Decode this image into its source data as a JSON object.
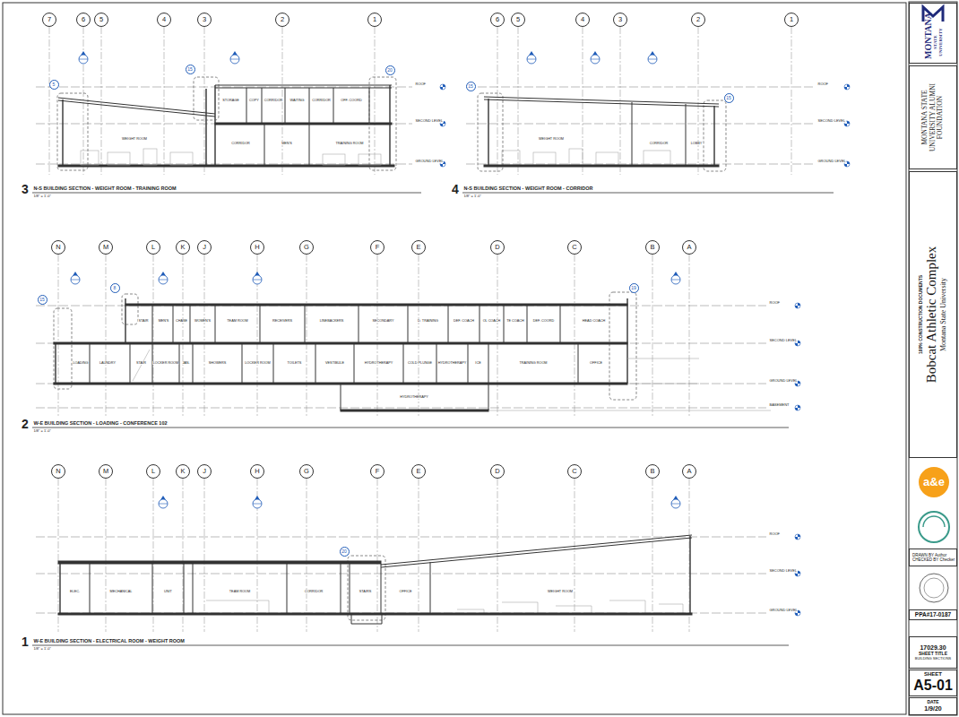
{
  "diagram": {
    "nodes": [
      {
        "text": [
          "7"
        ]
      },
      {
        "text": [
          "6"
        ]
      },
      {
        "text": [
          "5"
        ]
      },
      {
        "text": [
          "4"
        ]
      },
      {
        "text": [
          "3"
        ]
      },
      {
        "text": [
          "2"
        ]
      },
      {
        "text": [
          "1"
        ]
      },
      {
        "text": [
          "5"
        ]
      },
      {
        "text": [
          "15"
        ]
      },
      {
        "text": [
          "20"
        ]
      },
      {
        "text": [
          "6"
        ]
      },
      {
        "text": [
          "5"
        ]
      },
      {
        "text": [
          "4"
        ]
      },
      {
        "text": [
          "3"
        ]
      },
      {
        "text": [
          "2"
        ]
      },
      {
        "text": [
          "1"
        ]
      },
      {
        "text": [
          "15"
        ]
      },
      {
        "text": [
          "15"
        ]
      },
      {
        "text": [
          "N"
        ]
      },
      {
        "text": [
          "M"
        ]
      },
      {
        "text": [
          "L"
        ]
      },
      {
        "text": [
          "K"
        ]
      },
      {
        "text": [
          "J"
        ]
      },
      {
        "text": [
          "H"
        ]
      },
      {
        "text": [
          "G"
        ]
      },
      {
        "text": [
          "F"
        ]
      },
      {
        "text": [
          "E"
        ]
      },
      {
        "text": [
          "D"
        ]
      },
      {
        "text": [
          "C"
        ]
      },
      {
        "text": [
          "B"
        ]
      },
      {
        "text": [
          "A"
        ]
      },
      {
        "text": [
          "15"
        ]
      },
      {
        "text": [
          "8"
        ]
      },
      {
        "text": [
          "19"
        ]
      },
      {
        "text": [
          "N"
        ]
      },
      {
        "text": [
          "M"
        ]
      },
      {
        "text": [
          "L"
        ]
      },
      {
        "text": [
          "K"
        ]
      },
      {
        "text": [
          "J"
        ]
      },
      {
        "text": [
          "H"
        ]
      },
      {
        "text": [
          "G"
        ]
      },
      {
        "text": [
          "F"
        ]
      },
      {
        "text": [
          "E"
        ]
      },
      {
        "text": [
          "D"
        ]
      },
      {
        "text": [
          "C"
        ]
      },
      {
        "text": [
          "B"
        ]
      },
      {
        "text": [
          "A"
        ]
      },
      {
        "text": [
          "20"
        ]
      },
      {
        "text": [
          "MONTANA",
          "STATE UNIVERSITY"
        ]
      },
      {
        "text": [
          "MONTANA STATE UNIVERSITY ALUMNI FOUNDATION"
        ]
      },
      {
        "text": [
          "100% CONSTRUCTION DOCUMENTS",
          "Bobcat Athletic Complex",
          "Montana State University"
        ]
      },
      {
        "text": [
          "a&e"
        ]
      },
      {
        "text": [
          "DRAWN BY Author",
          "CHECKED BY Checker"
        ]
      },
      {
        "text": [
          "PPA#17-0187"
        ]
      },
      {
        "text": [
          "17029.30",
          "SHEET TITLE",
          "BUILDING SECTIONS"
        ]
      },
      {
        "text": [
          "SHEET",
          "A5-01"
        ]
      },
      {
        "text": [
          "DATE",
          "1/9/20"
        ]
      }
    ],
    "labels": [
      "3",
      "N-S BUILDING SECTION - WEIGHT ROOM - TRAINING ROOM",
      "1/8\" = 1'-0\"",
      "ROOF",
      "SECOND LEVEL",
      "GROUND LEVEL",
      "WEIGHT ROOM",
      "STORAGE",
      "COPY",
      "CORRIDOR",
      "WAITING",
      "CORRIDOR",
      "OFF. COORD",
      "CORRIDOR",
      "MEN'S",
      "TRAINING ROOM",
      "4",
      "N-S BUILDING SECTION - WEIGHT ROOM - CORRIDOR",
      "1/8\" = 1'-0\"",
      "ROOF",
      "SECOND LEVEL",
      "GROUND LEVEL",
      "WEIGHT ROOM",
      "CORRIDOR",
      "LOBBY",
      "2",
      "W-E BUILDING SECTION - LOADING - CONFERENCE 102",
      "1/8\" = 1'-0\"",
      "ROOF",
      "SECOND LEVEL",
      "GROUND LEVEL",
      "BASEMENT",
      "STAIR",
      "MEN'S",
      "CHASE",
      "WOMEN'S",
      "TEAM ROOM",
      "RECEIVERS",
      "LINEBACKERS",
      "SECONDARY",
      "D. TRAINING",
      "DEF. COACH",
      "OL COACH",
      "TE COACH",
      "DEF. COORD",
      "HEAD COACH",
      "LOADING",
      "LAUNDRY",
      "STAIR",
      "LOCKER ROOM",
      "JAN.",
      "SHOWERS",
      "LOCKER ROOM",
      "TOILETS",
      "VESTIBULE",
      "HYDROTHERAPY",
      "COLD PLUNGE",
      "HYDROTHERAPY",
      "ICE",
      "TRAINING ROOM",
      "OFFICE",
      "HYDROTHERAPY",
      "1",
      "W-E BUILDING SECTION - ELECTRICAL ROOM - WEIGHT ROOM",
      "1/8\" = 1'-0\"",
      "ROOF",
      "SECOND LEVEL",
      "GROUND LEVEL",
      "ELEC.",
      "MECHANICAL",
      "UNIT",
      "TEAM ROOM",
      "CORRIDOR",
      "STAIRS",
      "OFFICE",
      "WEIGHT ROOM"
    ]
  }
}
